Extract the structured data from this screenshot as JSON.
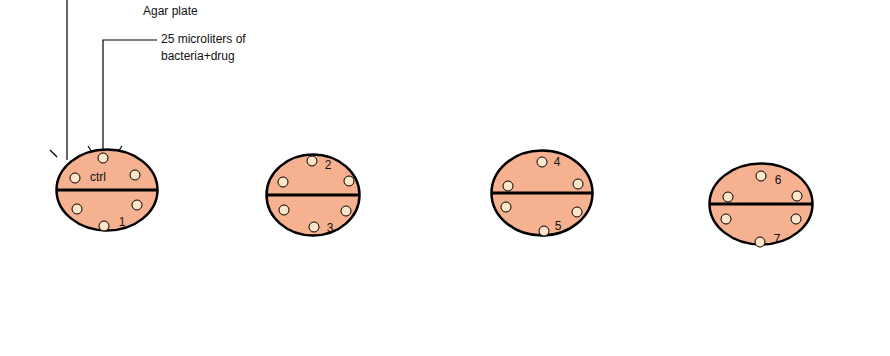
{
  "diagram": {
    "nodes": [
      {
        "text": [
          "ctrl",
          "1"
        ]
      },
      {
        "text": [
          "2",
          "3"
        ]
      },
      {
        "text": [
          "4",
          "5"
        ]
      },
      {
        "text": [
          "6",
          "7"
        ]
      }
    ],
    "labels": [
      "Agar plate",
      "25 microliters of bacteria+drug"
    ]
  }
}
